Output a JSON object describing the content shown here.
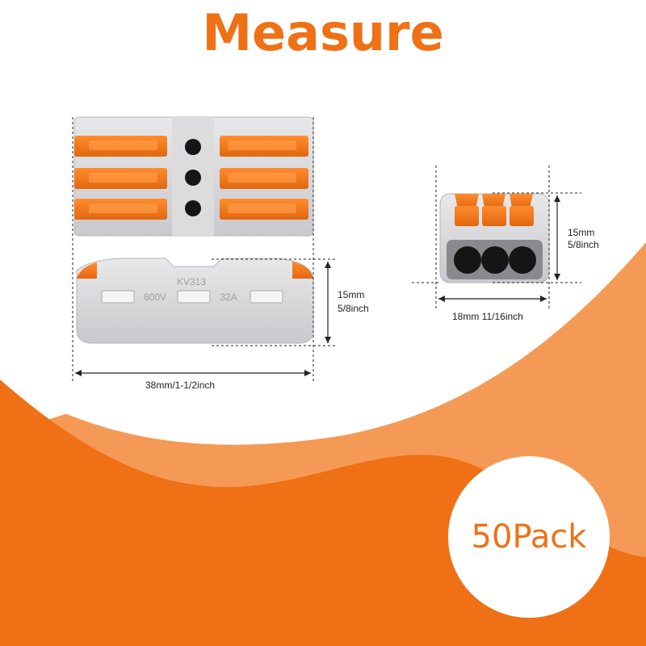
{
  "title": "Measure",
  "colors": {
    "orange": "#f07016",
    "orange_light": "#f59a56",
    "grey_body": "#d6d6d9",
    "grey_dark": "#b9b9bd",
    "black": "#151515"
  },
  "large_connector": {
    "model_text": "KV313",
    "voltage_text": "600V",
    "current_text": "32A",
    "height_label_mm": "15mm",
    "height_label_in": "5/8inch",
    "width_label": "38mm/1-1/2inch"
  },
  "small_connector": {
    "height_label_mm": "15mm",
    "height_label_in": "5/8inch",
    "width_label": "18mm 11/16inch"
  },
  "badge": {
    "text": "50Pack"
  }
}
